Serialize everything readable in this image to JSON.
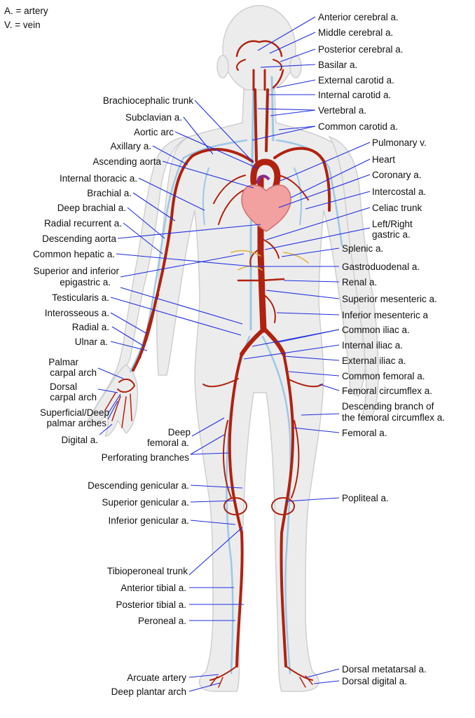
{
  "legend": {
    "artery": "A. = artery",
    "vein": "V. = vein"
  },
  "labels": {
    "anterior_cerebral": "Anterior cerebral a.",
    "middle_cerebral": "Middle cerebral a.",
    "posterior_cerebral": "Posterior cerebral a.",
    "basilar": "Basilar a.",
    "external_carotid": "External carotid a.",
    "internal_carotid": "Internal carotid a.",
    "vertebral": "Vertebral a.",
    "common_carotid": "Common carotid a.",
    "pulmonary_v": "Pulmonary v.",
    "heart": "Heart",
    "coronary": "Coronary a.",
    "intercostal": "Intercostal a.",
    "celiac": "Celiac trunk",
    "left_right_gastric_1": "Left/Right",
    "left_right_gastric_2": "gastric a.",
    "splenic": "Splenic a.",
    "gastroduodenal": "Gastroduodenal a.",
    "renal": "Renal a.",
    "superior_mesenteric": "Superior mesenteric a.",
    "inferior_mesenteric": "Inferior mesenteric a",
    "common_iliac": "Common iliac a.",
    "internal_iliac": "Internal iliac a.",
    "external_iliac": "External iliac a.",
    "common_femoral": "Common femoral a.",
    "femoral_circumflex": "Femoral circumflex a.",
    "descending_branch_1": "Descending branch of",
    "descending_branch_2": "the femoral circumflex a.",
    "femoral": "Femoral a.",
    "popliteal": "Popliteal a.",
    "dorsal_metatarsal": "Dorsal metatarsal a.",
    "dorsal_digital": "Dorsal digital a.",
    "brachiocephalic": "Brachiocephalic trunk",
    "subclavian": "Subclavian a.",
    "aortic_arc": "Aortic arc",
    "axillary": "Axillary a.",
    "ascending_aorta": "Ascending aorta",
    "internal_thoracic": "Internal thoracic a.",
    "brachial": "Brachial a.",
    "deep_brachial": "Deep brachial a.",
    "radial_recurrent": "Radial recurrent a.",
    "descending_aorta": "Descending aorta",
    "common_hepatic": "Common hepatic a.",
    "sup_inf_epigastric_1": "Superior and inferior",
    "sup_inf_epigastric_2": "epigastric a.",
    "testicularis": "Testicularis a.",
    "interosseous": "Interosseous a.",
    "radial": "Radial a.",
    "ulnar": "Ulnar a.",
    "palmar_carpal_1": "Palmar",
    "palmar_carpal_2": "carpal arch",
    "dorsal_carpal_1": "Dorsal",
    "dorsal_carpal_2": "carpal arch",
    "palmar_arches_1": "Superficial/Deep",
    "palmar_arches_2": "palmar arches",
    "digital": "Digital a.",
    "deep_femoral_1": "Deep",
    "deep_femoral_2": "femoral a.",
    "perforating": "Perforating branches",
    "descending_genicular": "Descending genicular a.",
    "superior_genicular": "Superior genicular a.",
    "inferior_genicular": "Inferior genicular a.",
    "tibioperoneal": "Tibioperoneal trunk",
    "anterior_tibial": "Anterior tibial a.",
    "posterior_tibial": "Posterior tibial a.",
    "peroneal": "Peroneal a.",
    "arcuate": "Arcuate artery",
    "deep_plantar": "Deep plantar arch"
  }
}
